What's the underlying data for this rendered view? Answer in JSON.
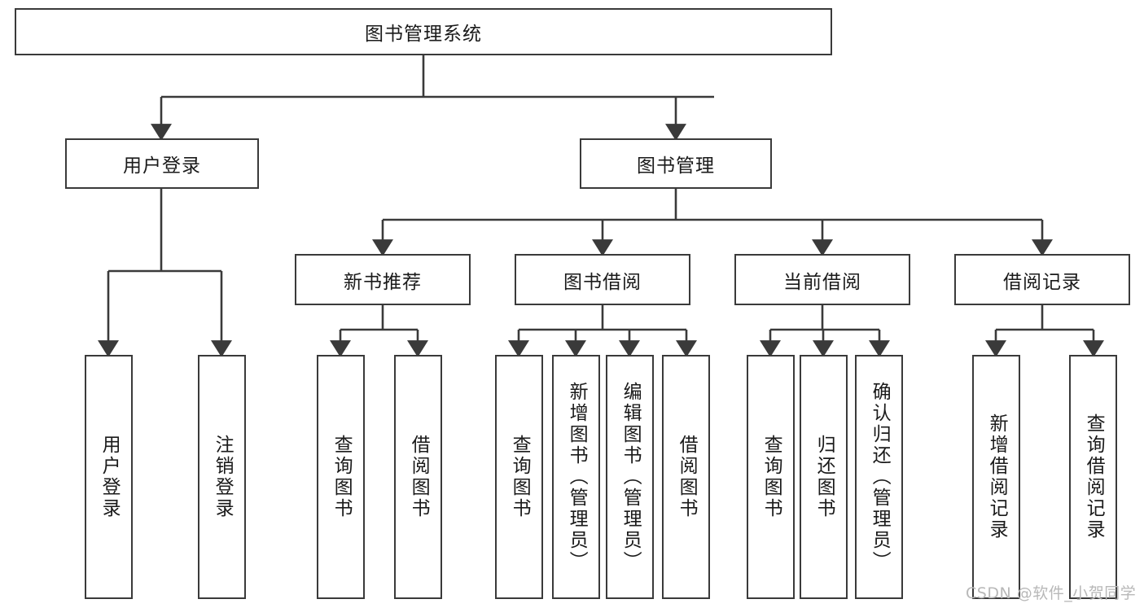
{
  "diagram": {
    "title_node": {
      "label": "图书管理系统",
      "orientation": "horizontal"
    },
    "level1": [
      {
        "label": "用户登录",
        "orientation": "horizontal"
      },
      {
        "label": "图书管理",
        "orientation": "horizontal"
      }
    ],
    "level2": [
      {
        "label": "新书推荐",
        "orientation": "horizontal"
      },
      {
        "label": "图书借阅",
        "orientation": "horizontal"
      },
      {
        "label": "当前借阅",
        "orientation": "horizontal"
      },
      {
        "label": "借阅记录",
        "orientation": "horizontal"
      }
    ],
    "leaves": {
      "user_login": [
        {
          "label": "用户登录",
          "orientation": "vertical"
        },
        {
          "label": "注销登录",
          "orientation": "vertical"
        }
      ],
      "new_book_recommend": [
        {
          "label": "查询图书",
          "orientation": "vertical"
        },
        {
          "label": "借阅图书",
          "orientation": "vertical"
        }
      ],
      "book_borrow": [
        {
          "label": "查询图书",
          "orientation": "vertical"
        },
        {
          "label": "新增图书（管理员）",
          "orientation": "vertical"
        },
        {
          "label": "编辑图书（管理员）",
          "orientation": "vertical"
        },
        {
          "label": "借阅图书",
          "orientation": "vertical"
        }
      ],
      "current_borrow": [
        {
          "label": "查询图书",
          "orientation": "vertical"
        },
        {
          "label": "归还图书",
          "orientation": "vertical"
        },
        {
          "label": "确认归还（管理员）",
          "orientation": "vertical"
        }
      ],
      "borrow_records": [
        {
          "label": "新增借阅记录",
          "orientation": "vertical"
        },
        {
          "label": "查询借阅记录",
          "orientation": "vertical"
        }
      ]
    },
    "watermark": "CSDN @软件_小贺同学",
    "colors": {
      "stroke": "#3a3a3a",
      "fill": "#ffffff",
      "text": "#1a1a1a",
      "watermark": "#b8b8b8"
    }
  }
}
